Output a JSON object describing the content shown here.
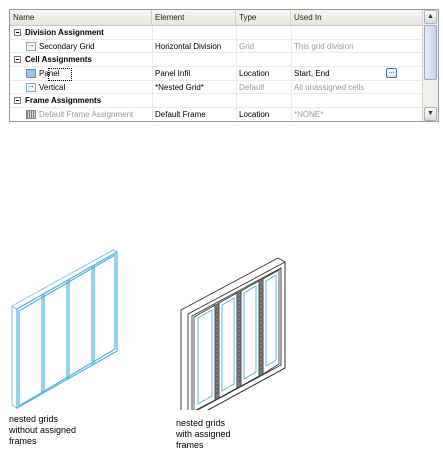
{
  "table": {
    "columns": [
      "Name",
      "Element",
      "Type",
      "Used In"
    ],
    "rows": [
      {
        "kind": "group",
        "name": "Division Assignment"
      },
      {
        "kind": "item",
        "icon": "arrow",
        "name": "Secondary Grid",
        "element": "Horizontal Division",
        "type": "Grid",
        "used_in": "This grid division",
        "muted_type": true
      },
      {
        "kind": "group",
        "name": "Cell Assignments"
      },
      {
        "kind": "item",
        "icon": "panel",
        "name": "Panel",
        "element": "Panel Infil",
        "type": "Location",
        "used_in": "Start, End",
        "selected": true,
        "button": "..."
      },
      {
        "kind": "item",
        "icon": "arrow",
        "name": "Vertical",
        "element": "*Nested Grid*",
        "type": "Default",
        "used_in": "All unassigned cells",
        "muted_type": true
      },
      {
        "kind": "group",
        "name": "Frame Assignments"
      },
      {
        "kind": "item",
        "icon": "frame",
        "name": "Default Frame Assignment",
        "element": "Default Frame",
        "type": "Location",
        "used_in": "*NONE*",
        "muted_name": true
      }
    ]
  },
  "scrollbar": {
    "up_glyph": "▲",
    "down_glyph": "▼"
  },
  "captions": {
    "left": "nested grids\nwithout assigned\nframes",
    "right": "nested grids\nwith assigned\nframes"
  },
  "colors": {
    "grid_line": "#5bb8e0",
    "frame_dark": "#333333",
    "frame_gray": "#8c8c8c"
  }
}
